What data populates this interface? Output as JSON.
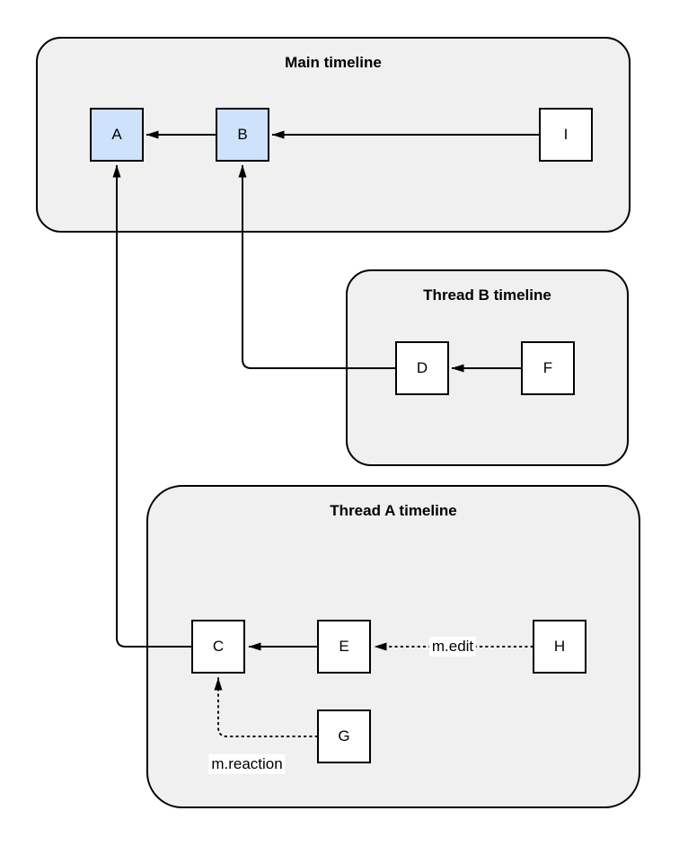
{
  "groups": {
    "main": {
      "title": "Main timeline"
    },
    "thread_b": {
      "title": "Thread B timeline"
    },
    "thread_a": {
      "title": "Thread A timeline"
    }
  },
  "nodes": {
    "a": {
      "label": "A",
      "timeline": "main",
      "highlighted": true
    },
    "b": {
      "label": "B",
      "timeline": "main",
      "highlighted": true
    },
    "i": {
      "label": "I",
      "timeline": "main",
      "highlighted": false
    },
    "d": {
      "label": "D",
      "timeline": "thread_b",
      "highlighted": false
    },
    "f": {
      "label": "F",
      "timeline": "thread_b",
      "highlighted": false
    },
    "c": {
      "label": "C",
      "timeline": "thread_a",
      "highlighted": false
    },
    "e": {
      "label": "E",
      "timeline": "thread_a",
      "highlighted": false
    },
    "h": {
      "label": "H",
      "timeline": "thread_a",
      "highlighted": false
    },
    "g": {
      "label": "G",
      "timeline": "thread_a",
      "highlighted": false
    }
  },
  "edges": {
    "b_to_a": {
      "from": "B",
      "to": "A",
      "style": "solid"
    },
    "i_to_b": {
      "from": "I",
      "to": "B",
      "style": "solid"
    },
    "f_to_d": {
      "from": "F",
      "to": "D",
      "style": "solid"
    },
    "d_to_b": {
      "from": "D",
      "to": "B",
      "style": "solid"
    },
    "e_to_c": {
      "from": "E",
      "to": "C",
      "style": "solid"
    },
    "c_to_a": {
      "from": "C",
      "to": "A",
      "style": "solid"
    },
    "h_to_e": {
      "from": "H",
      "to": "E",
      "style": "dotted",
      "label": "m.edit"
    },
    "g_to_c": {
      "from": "G",
      "to": "C",
      "style": "dotted",
      "label": "m.reaction"
    }
  },
  "colors": {
    "background": "#ffffff",
    "group_fill": "#f0f0f0",
    "group_border": "#000000",
    "node_fill": "#ffffff",
    "node_highlight_fill": "#cfe2fb",
    "node_border": "#000000",
    "edge_stroke": "#000000",
    "text": "#000000",
    "label_background": "#ffffff"
  }
}
